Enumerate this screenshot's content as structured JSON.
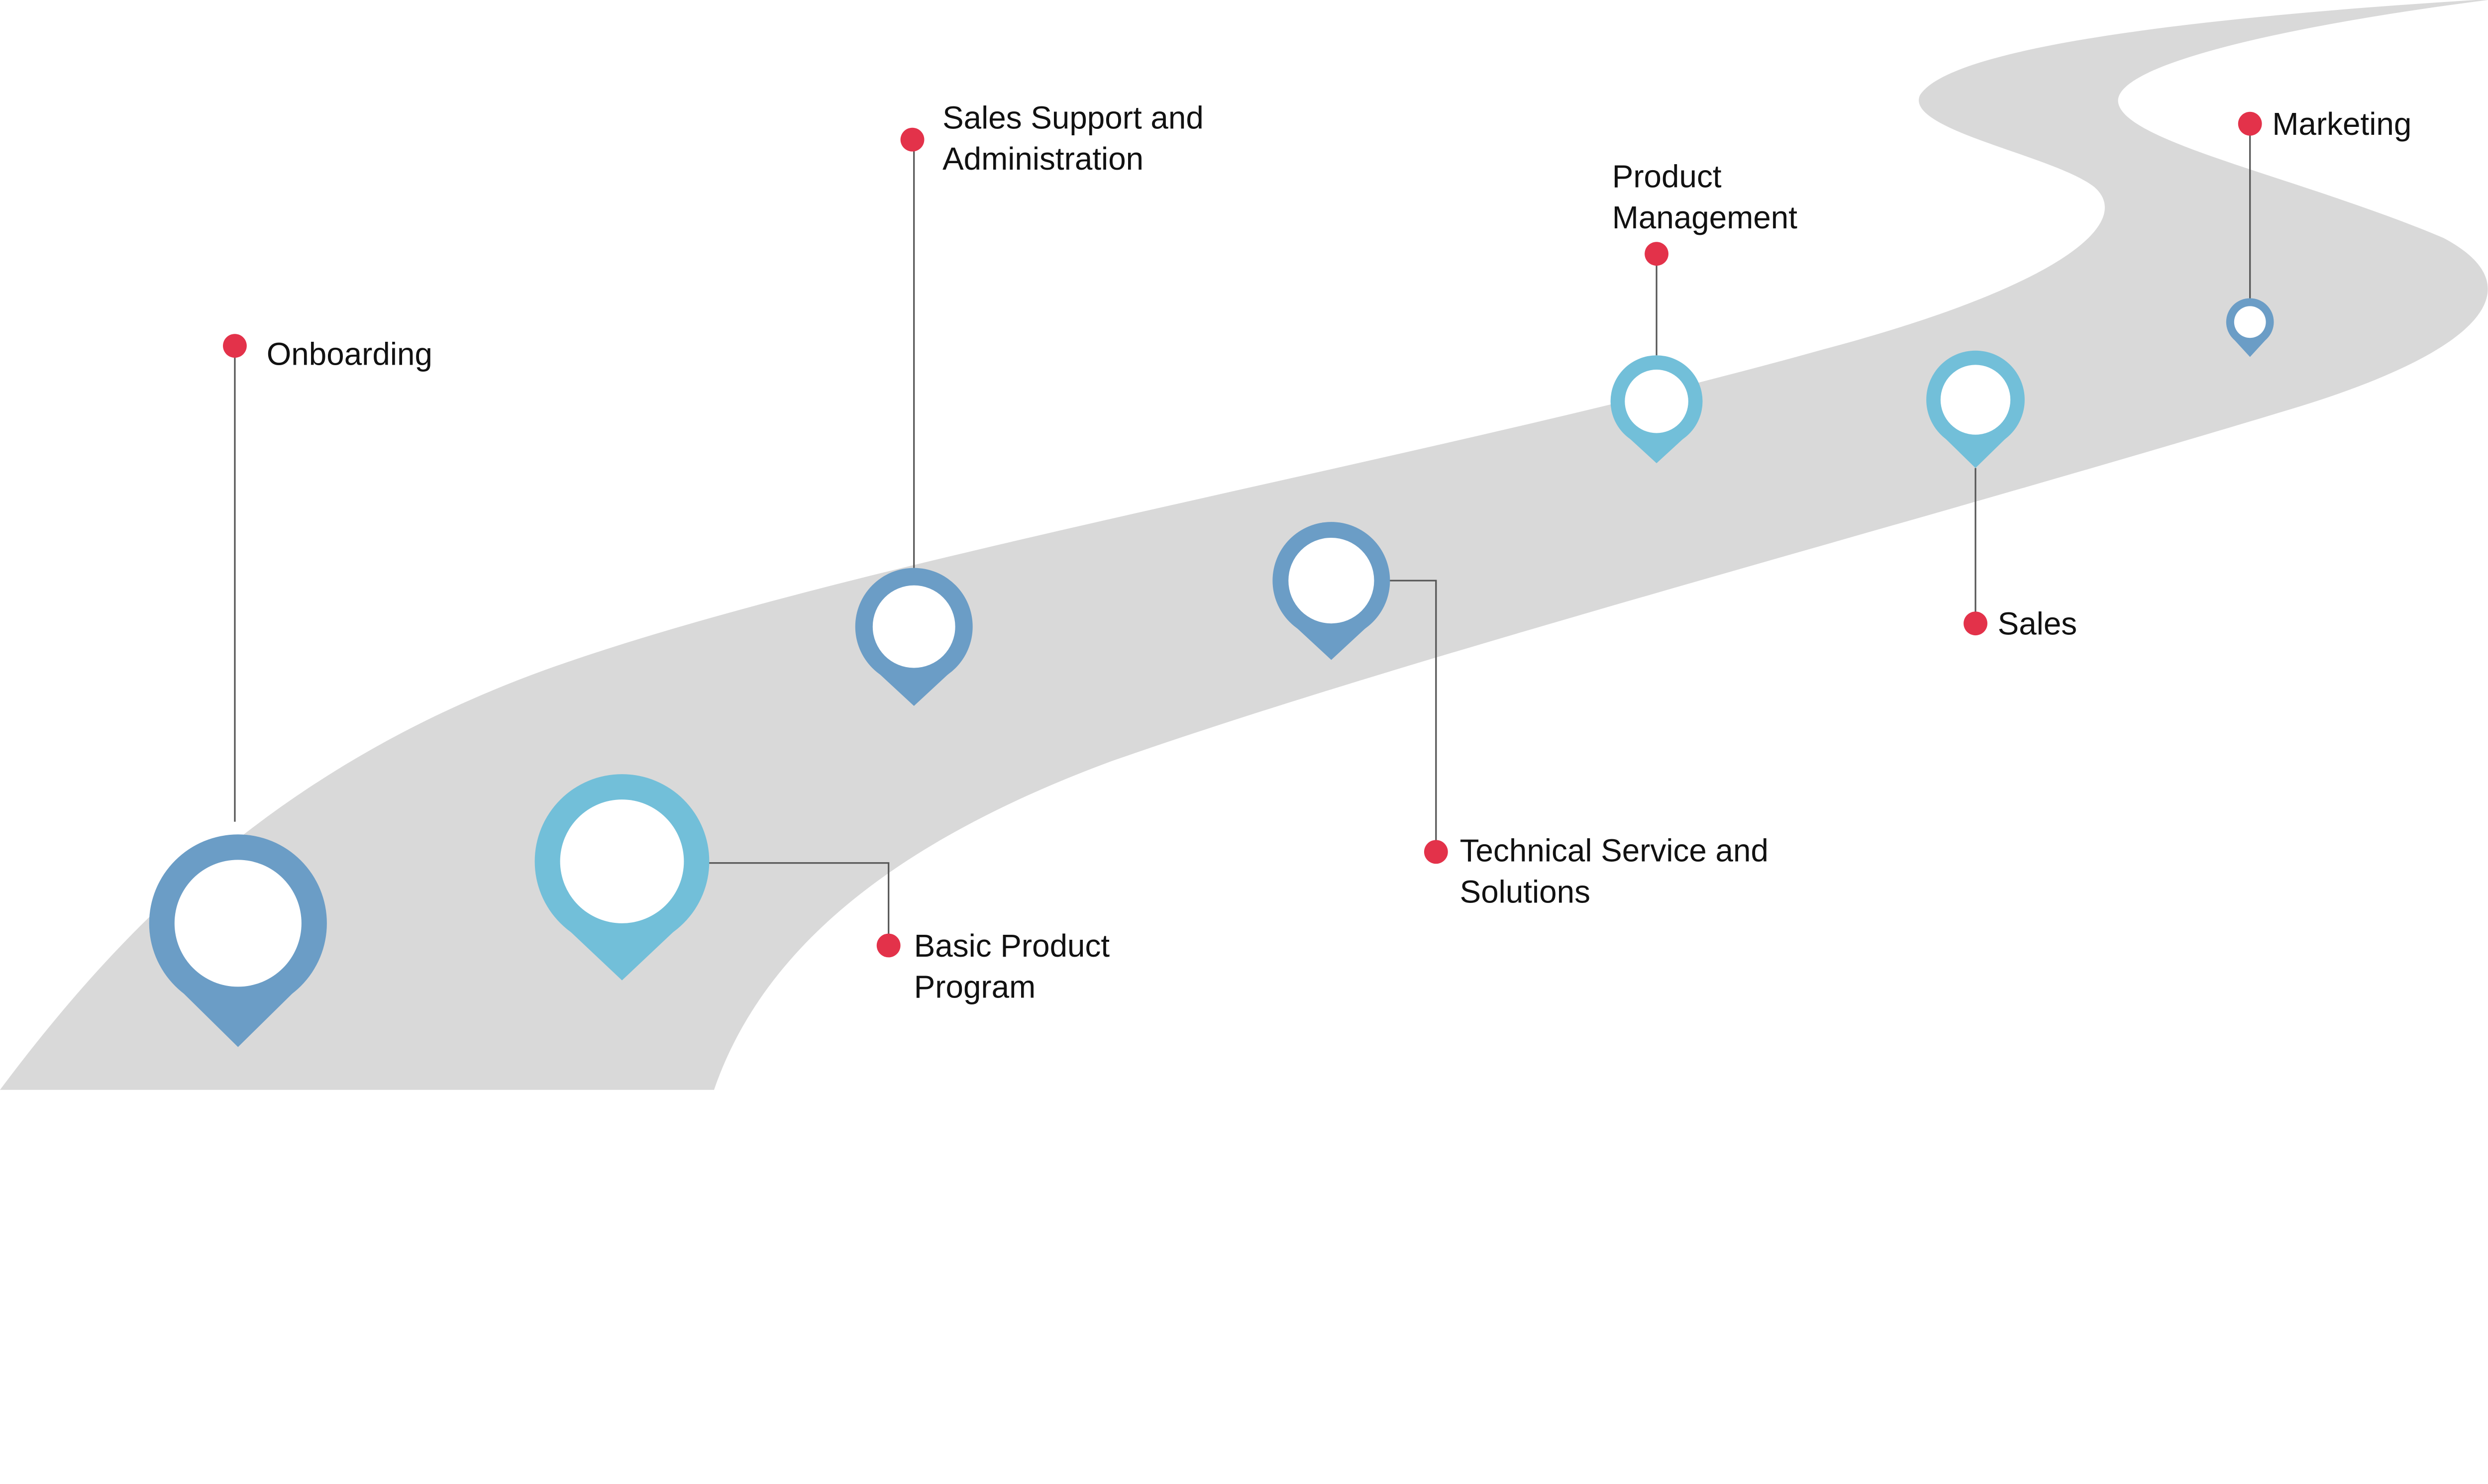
{
  "colors": {
    "road": "#d9d9d9",
    "pin_dark": "#6b9dc6",
    "pin_light": "#72bfd9",
    "dot": "#e3324a",
    "leader": "#555555"
  },
  "milestones": [
    {
      "lines": [
        "Onboarding"
      ],
      "pin_color": "pin_dark"
    },
    {
      "lines": [
        "Basic Product",
        "Program"
      ],
      "pin_color": "pin_light"
    },
    {
      "lines": [
        "Sales Support and",
        "Administration"
      ],
      "pin_color": "pin_dark"
    },
    {
      "lines": [
        "Technical Service and",
        "Solutions"
      ],
      "pin_color": "pin_dark"
    },
    {
      "lines": [
        "Product",
        "Management"
      ],
      "pin_color": "pin_light"
    },
    {
      "lines": [
        "Sales"
      ],
      "pin_color": "pin_light"
    },
    {
      "lines": [
        "Marketing"
      ],
      "pin_color": "pin_dark"
    }
  ]
}
